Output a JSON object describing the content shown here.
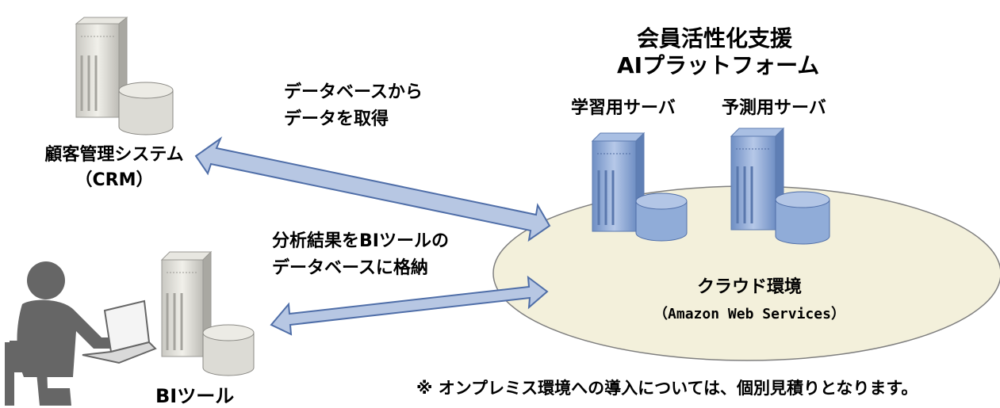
{
  "platform": {
    "title_line1": "会員活性化支援",
    "title_line2": "AIプラットフォーム",
    "learning_server_label": "学習用サーバ",
    "prediction_server_label": "予測用サーバ"
  },
  "crm": {
    "label_line1": "顧客管理システム",
    "label_line2": "（CRM）"
  },
  "bi": {
    "label": "BIツール"
  },
  "arrows": {
    "fetch_line1": "データベースから",
    "fetch_line2": "データを取得",
    "store_line1": "分析結果をBIツールの",
    "store_line2": "データベースに格納"
  },
  "cloud": {
    "label_line1": "クラウド環境",
    "label_line2": "（Amazon Web Services）"
  },
  "footnote": "※ オンプレミス環境への導入については、個別見積りとなります。",
  "colors": {
    "arrow_fill": "#b7c7e3",
    "arrow_stroke": "#4f6ea8",
    "cloud_fill": "#f3f0db",
    "server_blue": "#8eaad6",
    "server_gray": "#d9d8d2",
    "person": "#666666"
  }
}
